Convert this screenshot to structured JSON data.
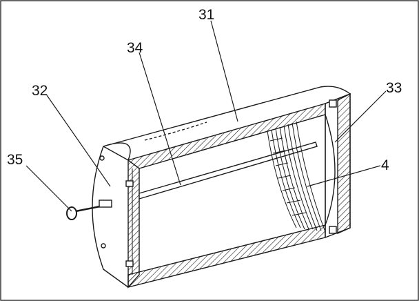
{
  "labels": {
    "l31": "31",
    "l32": "32",
    "l33": "33",
    "l34": "34",
    "l35": "35",
    "l4": "4"
  },
  "colors": {
    "line": "#1a1a1a",
    "hatch": "#2a2a2a",
    "background": "#ffffff"
  }
}
